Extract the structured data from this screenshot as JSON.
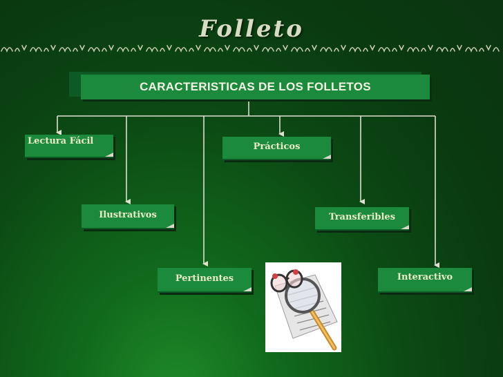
{
  "title": "Folleto",
  "header": "CARACTERISTICAS DE LOS FOLLETOS",
  "nodes": {
    "lectura": "Lectura Fácil",
    "practicos": "Prácticos",
    "ilustrativos": "Ilustrativos",
    "transferibles": "Transferibles",
    "pertinentes": "Pertinentes",
    "interactivo": "Interactivo"
  },
  "colors": {
    "box": "#1b8a3c",
    "line": "#e0e0d0",
    "title": "#d7dcc2"
  },
  "icons": [
    "ornament-border",
    "glasses-document-picture"
  ]
}
